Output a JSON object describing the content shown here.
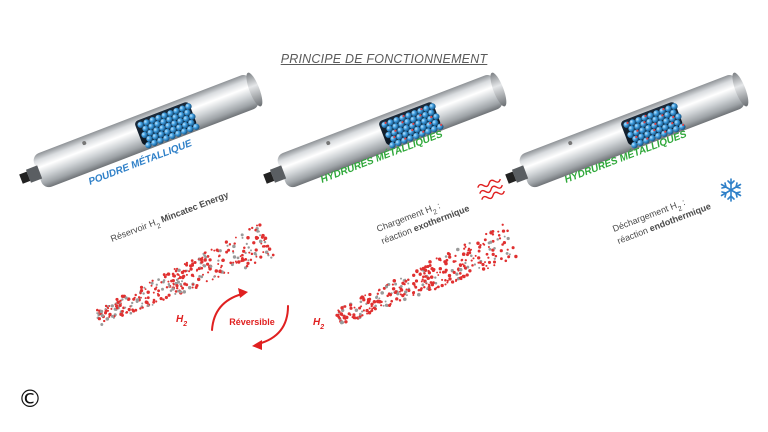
{
  "title": "PRINCIPE DE FONCTIONNEMENT",
  "copyright": "©",
  "colors": {
    "blue_label": "#2f80c8",
    "green_label": "#2fa83a",
    "red": "#e02020",
    "text": "#4a4a4a"
  },
  "cylinders": [
    {
      "heading": "POUDRE MÉTALLIQUE",
      "line1_pre": "Réservoir H",
      "line1_sub": "2",
      "line1_bold": " Mincatec Energy",
      "line2_pre": "",
      "line2_bold": "",
      "icon": "none"
    },
    {
      "heading": "HYDRURES MÉTALLIQUES",
      "line1_pre": "Chargement H",
      "line1_sub": "2",
      "line1_bold": " :",
      "line2_pre": "réaction ",
      "line2_bold": "exothermique",
      "icon": "heat-waves-icon"
    },
    {
      "heading": "HYDRURES MÉTALLIQUES",
      "line1_pre": "Déchargement H",
      "line1_sub": "2",
      "line1_bold": " :",
      "line2_pre": "réaction ",
      "line2_bold": "endothermique",
      "icon": "snowflake-icon"
    }
  ],
  "reversible_label": "Réversible",
  "h2_left": "H",
  "h2_left_sub": "2",
  "h2_right": "H",
  "h2_right_sub": "2"
}
